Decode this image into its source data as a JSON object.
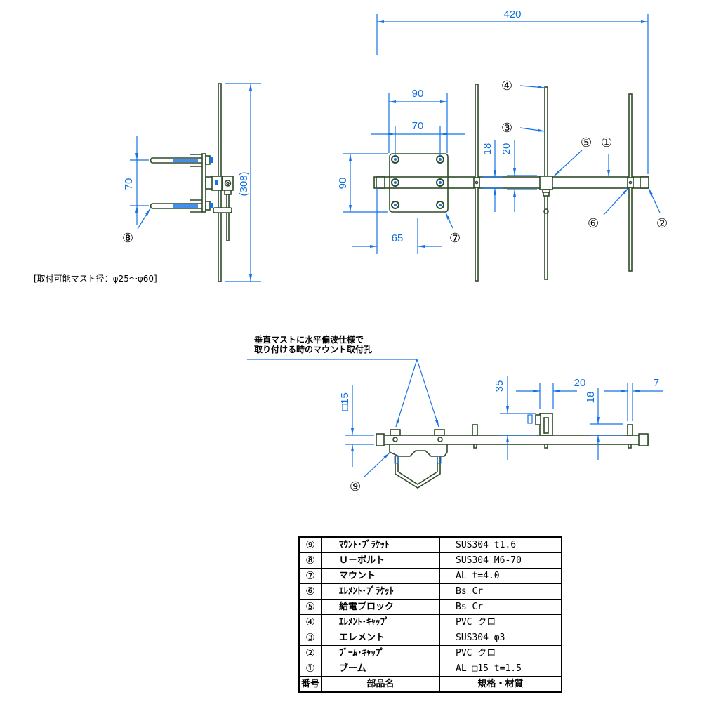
{
  "drawing": {
    "side_view": {
      "dim_height": "(308)",
      "dim_ubolt_spacing": "70",
      "callout": "⑧",
      "mast_note": "[取付可能マスト径：φ25～φ60]"
    },
    "top_view": {
      "dim_overall_length": "420",
      "dim_mount_width": "90",
      "dim_mount_hole_spacing": "70",
      "dim_mount_height": "90",
      "dim_mount_offset": "65",
      "dim_boom_18": "18",
      "dim_bracket_20": "20",
      "callouts": [
        "①",
        "②",
        "③",
        "④",
        "⑤",
        "⑥",
        "⑦"
      ]
    },
    "front_view": {
      "note_line1": "垂直マストに水平偏波仕様で",
      "note_line2": "取り付ける時のマウント取付孔",
      "dim_boom_square": "□15",
      "dim_35": "35",
      "dim_20": "20",
      "dim_18": "18",
      "dim_7": "7",
      "callout": "⑨"
    }
  },
  "parts_table": {
    "headers": {
      "no": "番号",
      "name": "部品名",
      "spec": "規格・材質"
    },
    "rows": [
      {
        "no": "⑨",
        "name": "ﾏｳﾝﾄ･ﾌﾞﾗｹｯﾄ",
        "spec": "SUS304 t1.6"
      },
      {
        "no": "⑧",
        "name": "Ｕ－ボルト",
        "spec": "SUS304 M6-70"
      },
      {
        "no": "⑦",
        "name": "マウント",
        "spec": "AL t=4.0"
      },
      {
        "no": "⑥",
        "name": "ｴﾚﾒﾝﾄ･ﾌﾞﾗｹｯﾄ",
        "spec": "Bs Cr"
      },
      {
        "no": "⑤",
        "name": "給電ブロック",
        "spec": "Bs Cr"
      },
      {
        "no": "④",
        "name": "ｴﾚﾒﾝﾄ･ｷｬｯﾌﾟ",
        "spec": "PVC クロ"
      },
      {
        "no": "③",
        "name": "エレメント",
        "spec": "SUS304 φ3"
      },
      {
        "no": "②",
        "name": "ﾌﾞｰﾑ･ｷｬｯﾌﾟ",
        "spec": "PVC クロ"
      },
      {
        "no": "①",
        "name": "ブーム",
        "spec": "AL □15 t=1.5"
      }
    ]
  },
  "colors": {
    "part_line": "#2f4a2a",
    "dimension_line": "#1573e6"
  }
}
